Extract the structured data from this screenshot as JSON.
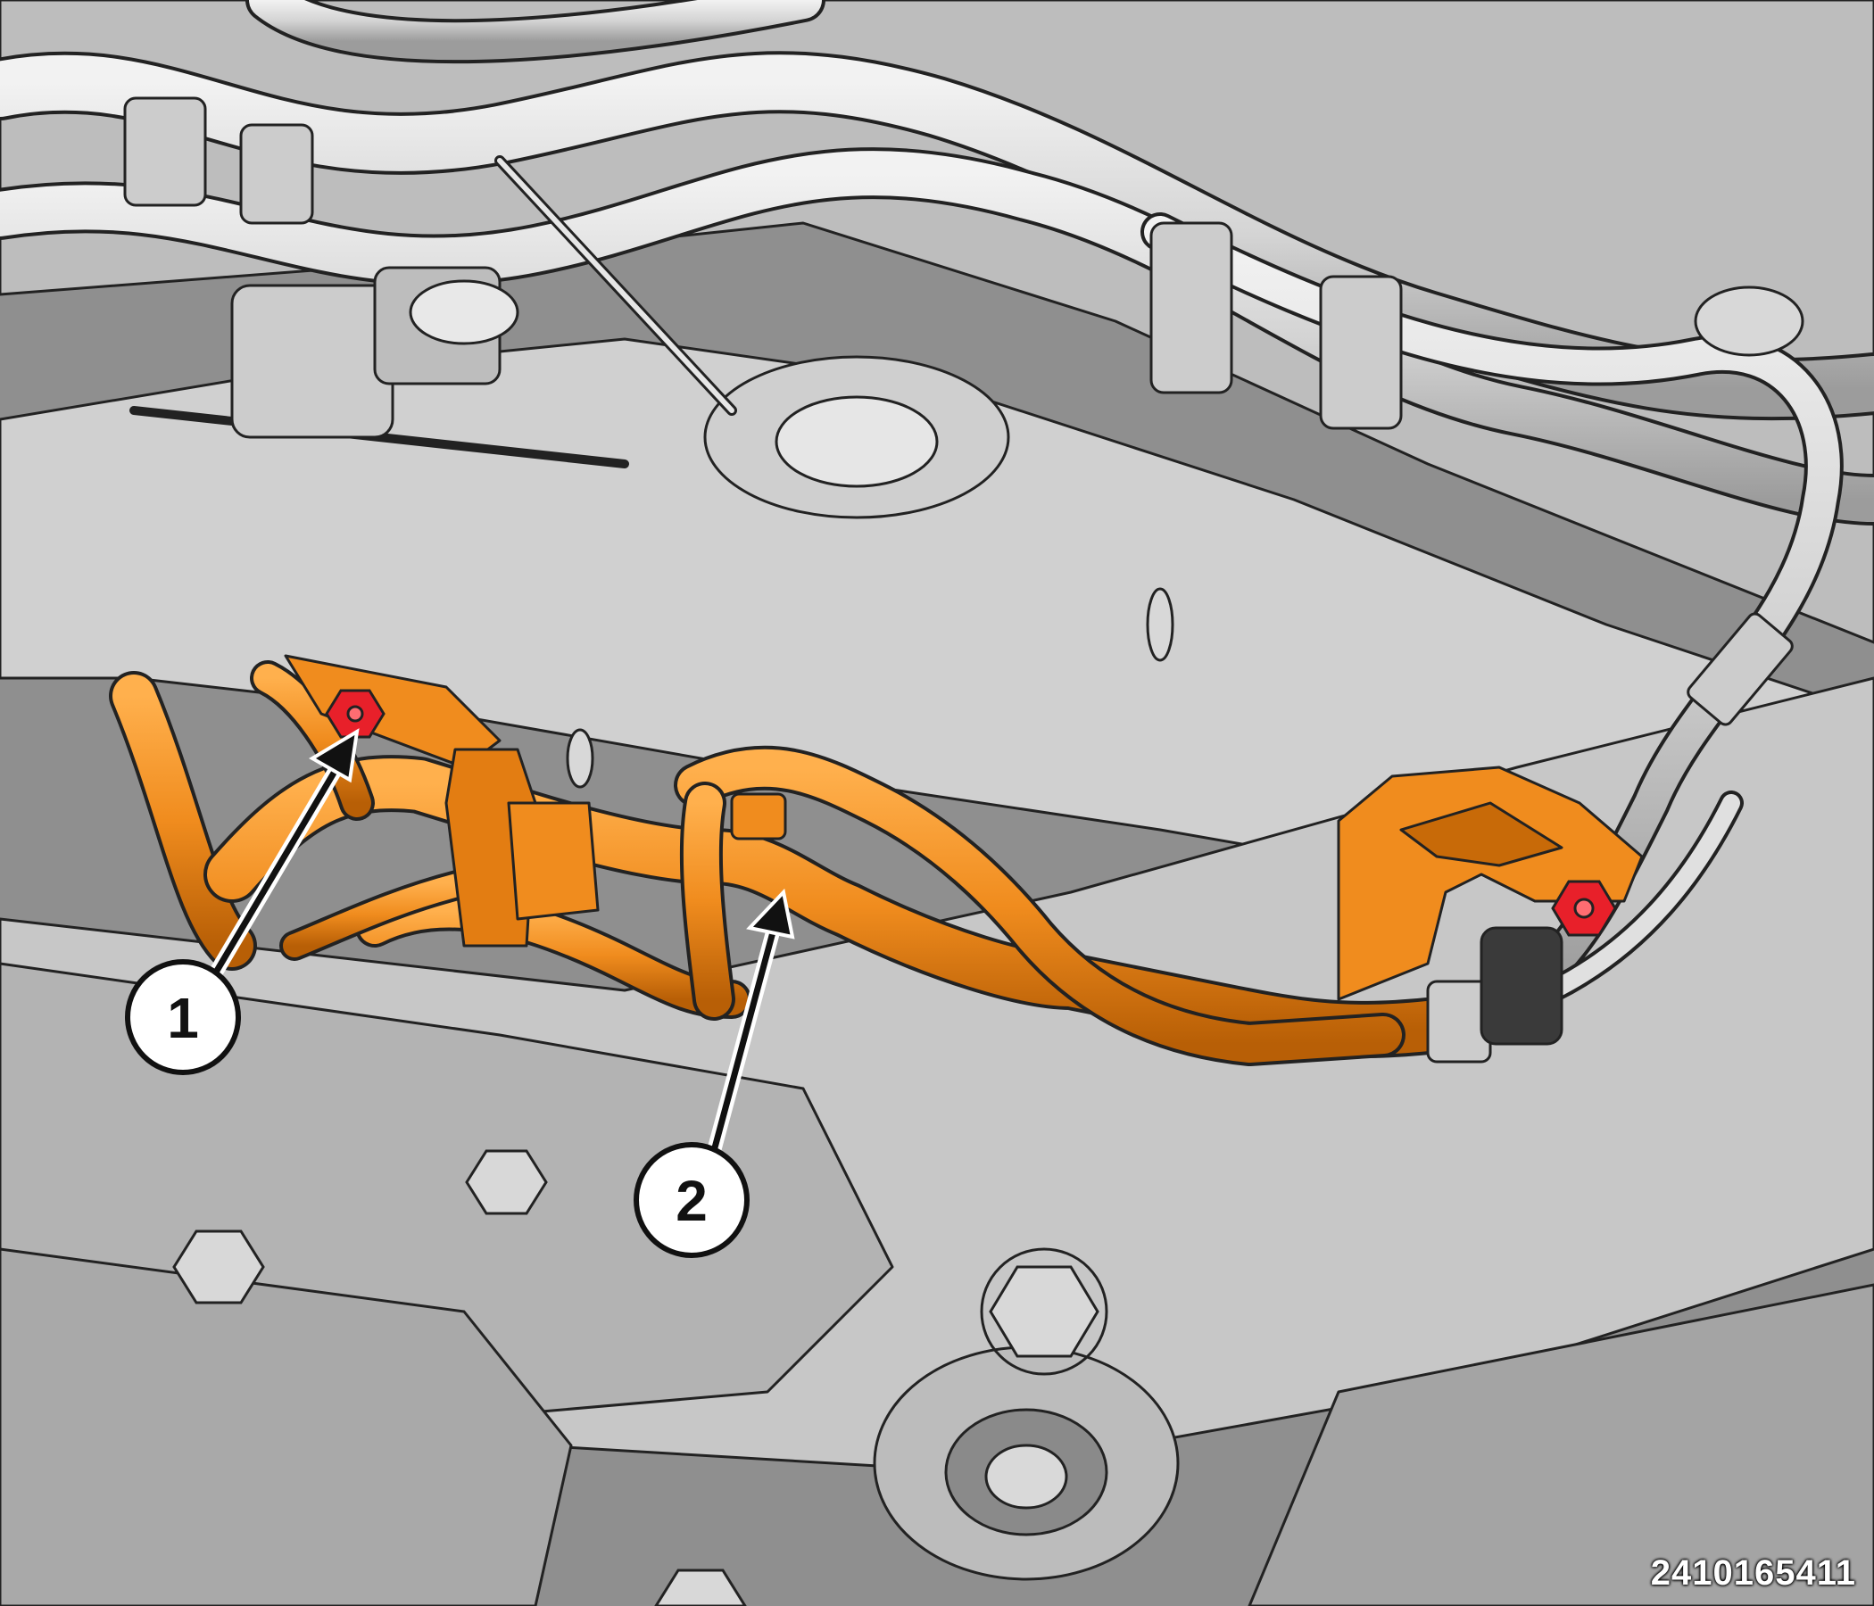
{
  "figure": {
    "id": "2410165411"
  },
  "callouts": [
    {
      "number": "1"
    },
    {
      "number": "2"
    }
  ],
  "colors": {
    "background": "#8f8f8f",
    "metal": "#d9d9d9",
    "metal_shadow": "#a8a8a8",
    "highlight": "#f08c1e",
    "highlight_dark": "#c86a08",
    "fastener": "#e8202a",
    "outline": "#222222"
  }
}
